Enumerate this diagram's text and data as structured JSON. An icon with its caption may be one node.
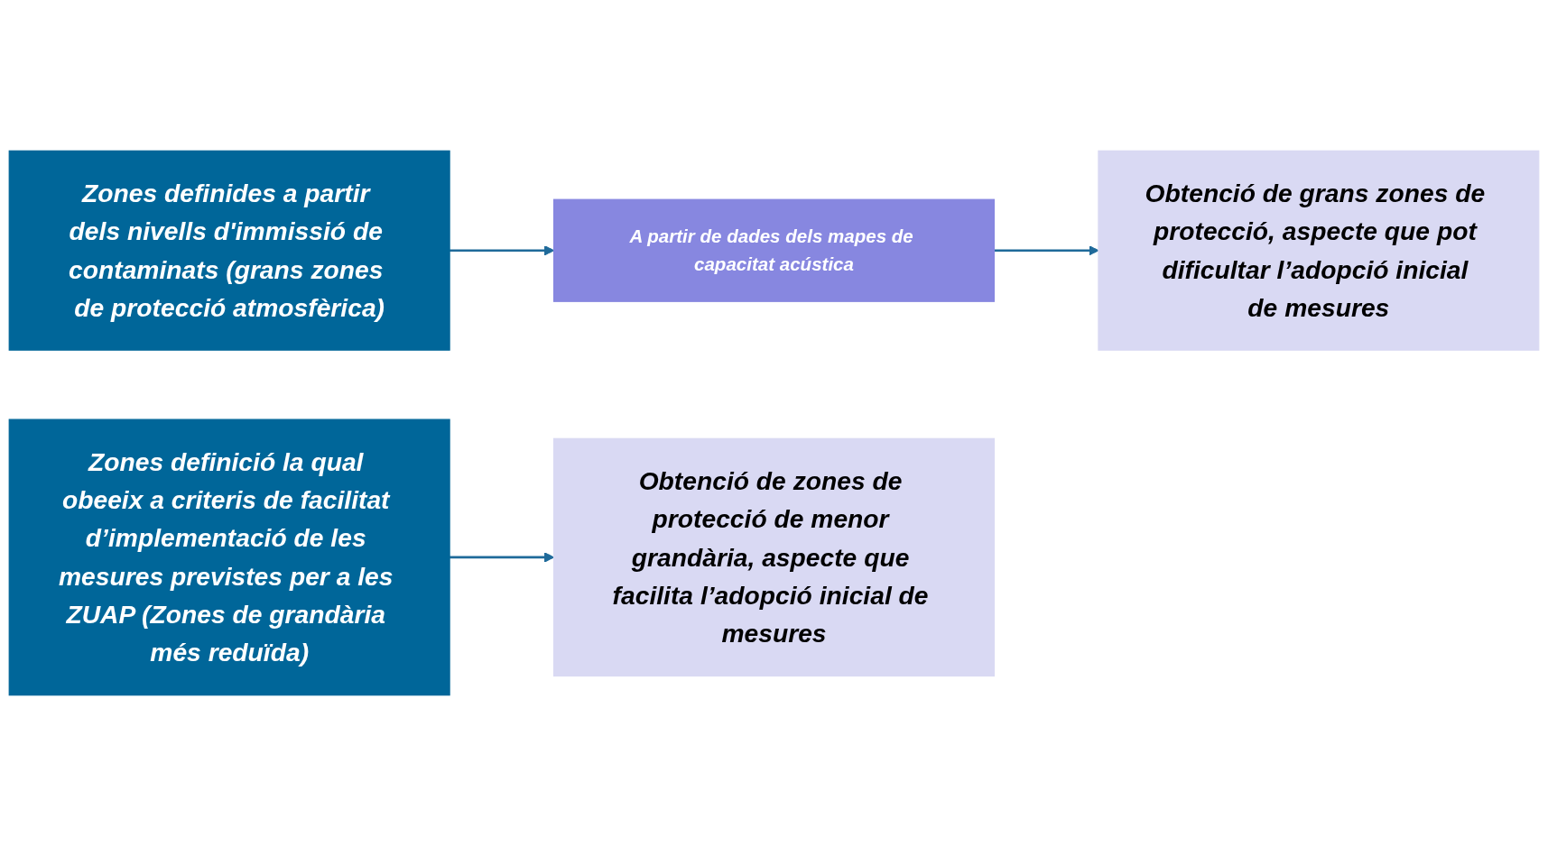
{
  "diagram": {
    "nodes": [
      {
        "text": [
          "Zones definides a partir dels nivells d'immissió de contaminats (grans zones de protecció atmosfèrica)"
        ]
      },
      {
        "text": [
          "A partir de dades dels mapes de capacitat acústica"
        ]
      },
      {
        "text": [
          "Obtenció de grans zones de protecció, aspecte que pot dificultar l’adopció inicial de mesures"
        ]
      },
      {
        "text": [
          "Zones definició la qual obeeix a criteris de facilitat d’implementació de les mesures previstes per a les ZUAP (Zones de grandària més reduïda)"
        ]
      },
      {
        "text": [
          "Obtenció de zones de protecció de menor grandària, aspecte que facilita l’adopció inicial de mesures"
        ]
      }
    ],
    "edges": [
      {
        "from": 0,
        "to": 1,
        "arrow": "to"
      },
      {
        "from": 1,
        "to": 2,
        "arrow": "to"
      },
      {
        "from": 3,
        "to": 4,
        "arrow": "to"
      }
    ]
  }
}
